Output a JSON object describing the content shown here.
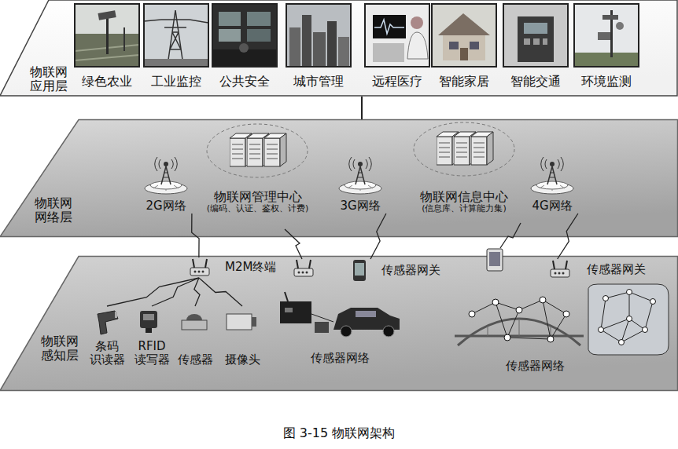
{
  "diagram": {
    "caption": "图 3-15 物联网架构",
    "nodes": [
      {
        "text": [
          "物联网 应用层"
        ]
      },
      {
        "text": [
          "绿色农业"
        ],
        "in": 0
      },
      {
        "text": [
          "工业监控"
        ],
        "in": 0
      },
      {
        "text": [
          "公共安全"
        ],
        "in": 0
      },
      {
        "text": [
          "城市管理"
        ],
        "in": 0
      },
      {
        "text": [
          "远程医疗"
        ],
        "in": 0
      },
      {
        "text": [
          "智能家居"
        ],
        "in": 0
      },
      {
        "text": [
          "智能交通"
        ],
        "in": 0
      },
      {
        "text": [
          "环境监测"
        ],
        "in": 0
      },
      {
        "text": [
          "物联网 网络层"
        ]
      },
      {
        "text": [
          "2G网络"
        ],
        "in": 9
      },
      {
        "text": [
          "物联网管理中心",
          "(编码、认证、鉴权、计费)"
        ],
        "in": 9
      },
      {
        "text": [
          "3G网络"
        ],
        "in": 9
      },
      {
        "text": [
          "物联网信息中心",
          "(信息库、计算能力集)"
        ],
        "in": 9
      },
      {
        "text": [
          "4G网络"
        ],
        "in": 9
      },
      {
        "text": [
          "物联网 感知层"
        ]
      },
      {
        "text": [
          "M2M终端"
        ],
        "in": 15
      },
      {
        "text": [
          "传感器网关"
        ],
        "in": 15
      },
      {
        "text": [
          "传感器网关"
        ],
        "in": 15
      },
      {
        "text": [
          "条码 识读器"
        ],
        "in": 15
      },
      {
        "text": [
          "RFID 读写器"
        ],
        "in": 15
      },
      {
        "text": [
          "传感器"
        ],
        "in": 15
      },
      {
        "text": [
          "摄像头"
        ],
        "in": 15
      },
      {
        "text": [
          "传感器网络"
        ],
        "in": 15
      },
      {
        "text": [
          "传感器网络"
        ],
        "in": 15
      }
    ],
    "edges": [
      {
        "from": 0,
        "to": 9,
        "arrow": "none"
      },
      {
        "from": 16,
        "to": 10,
        "arrow": "none"
      },
      {
        "from": 16,
        "to": 19,
        "arrow": "none"
      },
      {
        "from": 16,
        "to": 20,
        "arrow": "none"
      },
      {
        "from": 16,
        "to": 21,
        "arrow": "none"
      },
      {
        "from": 16,
        "to": 22,
        "arrow": "none"
      },
      {
        "from": 17,
        "to": 12,
        "arrow": "none"
      },
      {
        "from": 18,
        "to": 14,
        "arrow": "none"
      }
    ]
  }
}
